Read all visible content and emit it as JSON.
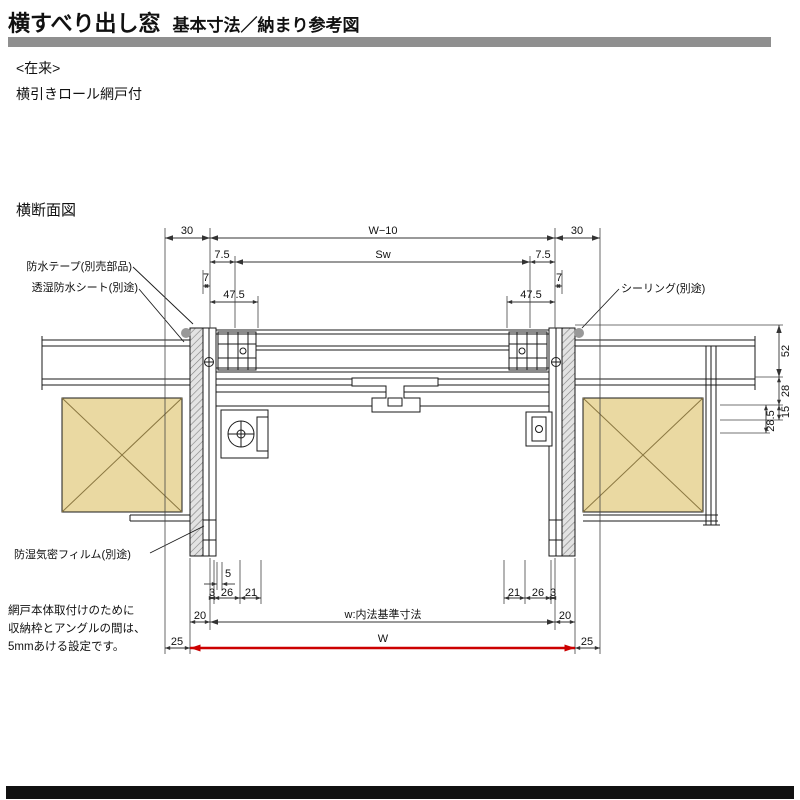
{
  "header": {
    "title": "横すべり出し窓",
    "subtitle": "基本寸法／納まり参考図",
    "construction_tag": "<在来>",
    "variant": "横引きロール網戸付"
  },
  "drawing": {
    "section_label": "横断面図",
    "callouts": {
      "waterproof_tape": "防水テープ(別売部品)",
      "breathable_waterproof_sheet": "透湿防水シート(別途)",
      "sealing": "シーリング(別途)",
      "moisture_proof_film": "防湿気密フィルム(別途)"
    },
    "note_lines": [
      "網戸本体取付けのために",
      "収納枠とアングルの間は、",
      "5mmあける設定です。"
    ],
    "dims": {
      "top_left": "30",
      "top_center": "W−10",
      "top_right": "30",
      "sw_left": "7.5",
      "sw_center": "Sw",
      "sw_right": "7.5",
      "seven_left": "7",
      "seven_right": "7",
      "inset_left": "47.5",
      "inset_right": "47.5",
      "side_a": "52",
      "side_b": "28",
      "side_c": "15",
      "side_d": "28.5",
      "gap": "5",
      "r1a": "3",
      "r1b": "26",
      "r1c": "21",
      "r1d": "21",
      "r1e": "26",
      "r1f": "3",
      "r2_left": "20",
      "r2_center": "w:内法基準寸法",
      "r2_right": "20",
      "r3_left": "25",
      "r3_center": "W",
      "r3_right": "25"
    }
  },
  "colors": {
    "accent_red": "#cc0000",
    "wood_fill": "#ead9a2",
    "title_bar_gray": "#8f8f8f",
    "footer_black": "#111111"
  }
}
